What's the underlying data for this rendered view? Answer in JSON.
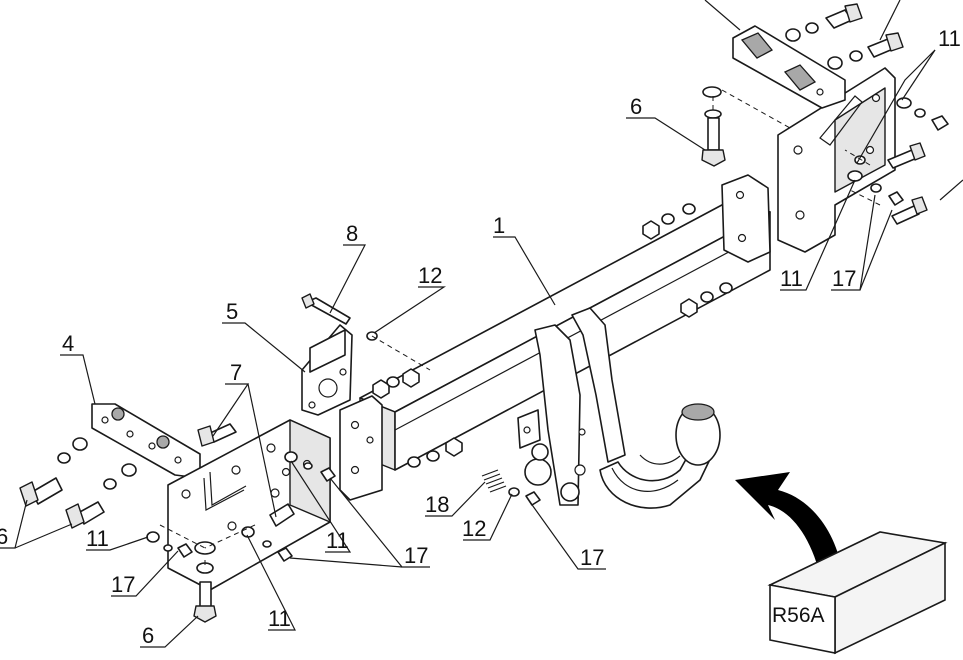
{
  "labels": {
    "p1": "1",
    "p4": "4",
    "p5": "5",
    "p6a": "6",
    "p6b": "6",
    "p6c": "6",
    "p7": "7",
    "p8": "8",
    "p11a": "11",
    "p11b": "11",
    "p11c": "11",
    "p11d": "11",
    "p11e": "11",
    "p12a": "12",
    "p12b": "12",
    "p17a": "17",
    "p17b": "17",
    "p17c": "17",
    "p17d": "17",
    "p18": "18"
  },
  "model_box": {
    "text": "R56A"
  }
}
